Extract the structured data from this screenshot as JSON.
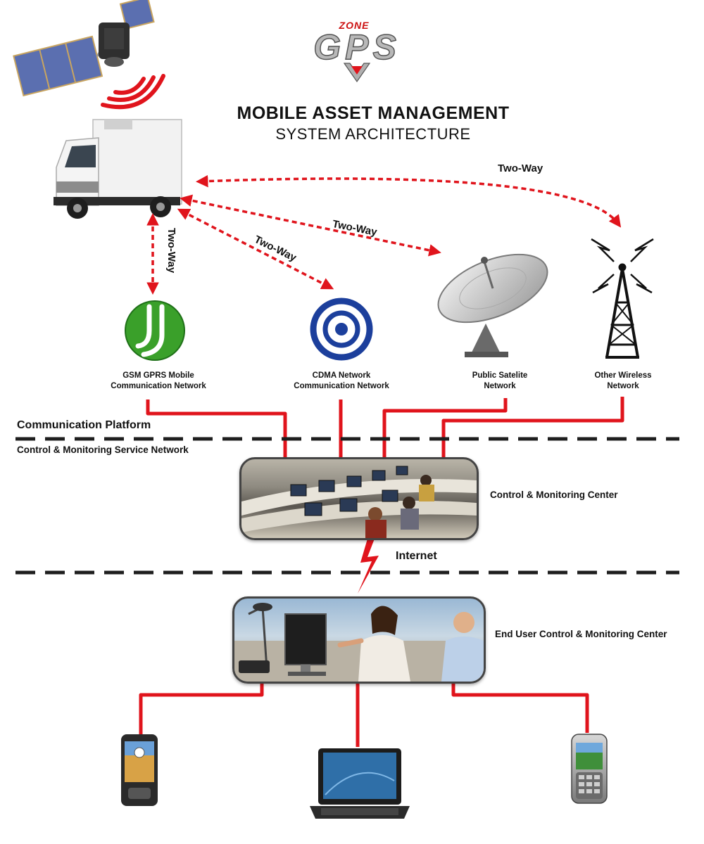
{
  "logo": {
    "top_text": "ZONE",
    "main_text": "GPS"
  },
  "title": {
    "line1": "MOBILE ASSET MANAGEMENT",
    "line2": "SYSTEM ARCHITECTURE"
  },
  "links": {
    "tower": "Two-Way",
    "dish": "Two-Way",
    "cdma": "Two-Way",
    "gsm": "Two-Way"
  },
  "networks": {
    "gsm": {
      "line1": "GSM GPRS Mobile",
      "line2": "Communication Network"
    },
    "cdma": {
      "line1": "CDMA Network",
      "line2": "Communication Network"
    },
    "satellite": {
      "line1": "Public Satelite",
      "line2": "Network"
    },
    "wireless": {
      "line1": "Other Wireless",
      "line2": "Network"
    }
  },
  "layers": {
    "communication_platform": "Communication Platform",
    "control_network": "Control & Monitoring Service Network"
  },
  "centers": {
    "control": "Control & Monitoring Center",
    "internet": "Internet",
    "end_user": "End User Control & Monitoring Center"
  },
  "colors": {
    "accent_red": "#e0141c",
    "dark_line": "#1e1e1e",
    "gsm_green": "#3aa02a",
    "cdma_blue": "#1c3f9c"
  }
}
